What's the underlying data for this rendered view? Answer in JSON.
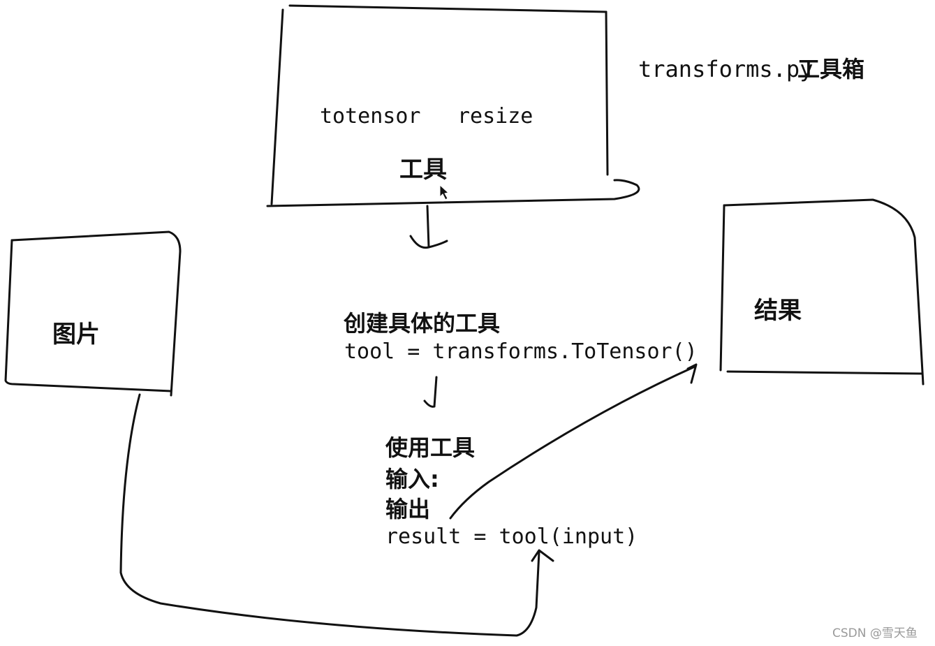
{
  "toolbox": {
    "title": "transforms.py",
    "title_cn": "工具箱",
    "item_1": "totensor",
    "item_2": "resize",
    "label": "工具"
  },
  "image_box": {
    "label": "图片"
  },
  "result_box": {
    "label": "结果"
  },
  "create_step": {
    "heading": "创建具体的工具",
    "code": "tool = transforms.ToTensor()"
  },
  "use_step": {
    "heading": "使用工具",
    "input_label": "输入:",
    "output_label": "输出",
    "code": "result = tool(input)"
  },
  "watermark": "CSDN @雪天鱼"
}
